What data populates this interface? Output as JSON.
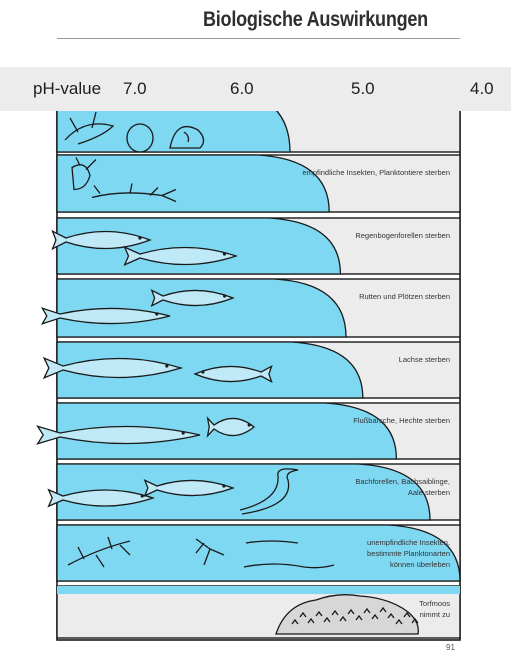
{
  "header": {
    "title": "Biologische Auswirkungen"
  },
  "ph_scale": {
    "prefix": "pH-value",
    "labels": [
      "7.0",
      "6.0",
      "5.0",
      "4.0"
    ]
  },
  "panels": [
    {
      "text": [
        ""
      ],
      "organisms": "crustaceans-snails",
      "cutoff_ph": 5.75
    },
    {
      "text": [
        "empfindliche Insekten, Planktontiere sterben"
      ],
      "organisms": "insects-plankton",
      "cutoff_ph": 5.4
    },
    {
      "text": [
        "Regenbogenforellen sterben"
      ],
      "organisms": "rainbow-trout",
      "cutoff_ph": 5.3
    },
    {
      "text": [
        "Rutten und Plötzen sterben"
      ],
      "organisms": "burbot-roach",
      "cutoff_ph": 5.25
    },
    {
      "text": [
        "Lachse sterben"
      ],
      "organisms": "salmon",
      "cutoff_ph": 5.1
    },
    {
      "text": [
        "Flußbarsche, Hechte sterben"
      ],
      "organisms": "perch-pike",
      "cutoff_ph": 4.8
    },
    {
      "text": [
        "Bachforellen, Bachsaiblinge,",
        "Aale sterben"
      ],
      "organisms": "trout-char-eel",
      "cutoff_ph": 4.5
    },
    {
      "text": [
        "unempfindliche Insekten,",
        "bestimmte Planktonarten",
        "können überleben"
      ],
      "organisms": "tolerant-insects",
      "cutoff_ph": 4.0
    },
    {
      "text": [
        "Torfmoos",
        "nimmt zu"
      ],
      "organisms": "peat-moss",
      "cutoff_ph": null
    }
  ],
  "colors": {
    "water": "#7fd8f2",
    "panel_bg": "#ececec",
    "outline": "#1a1a1a"
  },
  "page_number": "91"
}
